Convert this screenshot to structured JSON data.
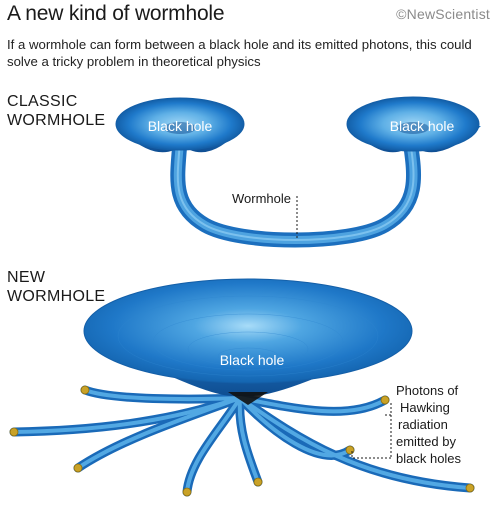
{
  "header": {
    "title": "A new kind of wormhole",
    "credit": "©NewScientist",
    "subtitle": "If a wormhole can form between a black hole and its emitted photons, this could solve a tricky problem in theoretical physics"
  },
  "classic": {
    "label": "CLASSIC\nWORMHOLE",
    "left_hole_label": "Black hole",
    "right_hole_label": "Black hole",
    "wormhole_label": "Wormhole"
  },
  "new": {
    "label": "NEW\nWORMHOLE",
    "hole_label": "Black hole",
    "photons_label": [
      "Photons of",
      "Hawking",
      "radiation",
      "emitted by",
      "black holes"
    ]
  },
  "colors": {
    "funnel_blue": "#1e78c8",
    "funnel_light": "#7cc4f0",
    "funnel_dark": "#0c4f94",
    "tube_blue": "#2a86d0",
    "photon_gold": "#c9a227"
  }
}
